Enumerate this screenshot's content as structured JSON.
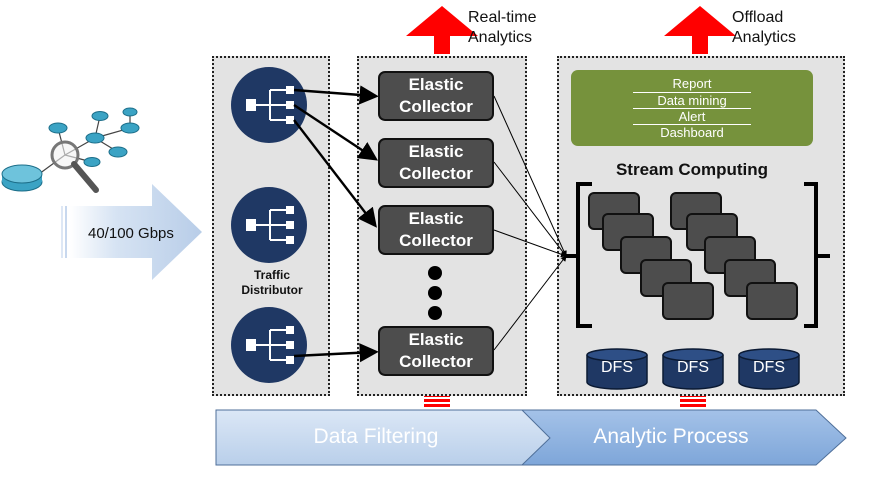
{
  "top_arrows": {
    "realtime_label": "Real-time\nAnalytics",
    "offload_label": "Offload\nAnalytics"
  },
  "input": {
    "bandwidth_label": "40/100 Gbps"
  },
  "distributor": {
    "label": "Traffic\nDistributor"
  },
  "collectors": [
    {
      "label": "Elastic\nCollector"
    },
    {
      "label": "Elastic\nCollector"
    },
    {
      "label": "Elastic\nCollector"
    },
    {
      "label": "Elastic\nCollector"
    }
  ],
  "analytics_outputs": {
    "items": [
      "Report",
      "Data mining",
      "Alert",
      "Dashboard"
    ]
  },
  "stream_computing": {
    "title": "Stream Computing"
  },
  "storage": {
    "nodes": [
      "DFS",
      "DFS",
      "DFS"
    ]
  },
  "pipeline": {
    "stage1": "Data Filtering",
    "stage2": "Analytic Process"
  },
  "colors": {
    "panel": "#e3e3e3",
    "collector": "#4d4d4d",
    "hub": "#1f3864",
    "report": "#76923c",
    "dfs": "#1f3864",
    "up_arrow": "#ff0000",
    "pipeline_light": "#c5d9f1",
    "pipeline_dark": "#8db3e2"
  }
}
